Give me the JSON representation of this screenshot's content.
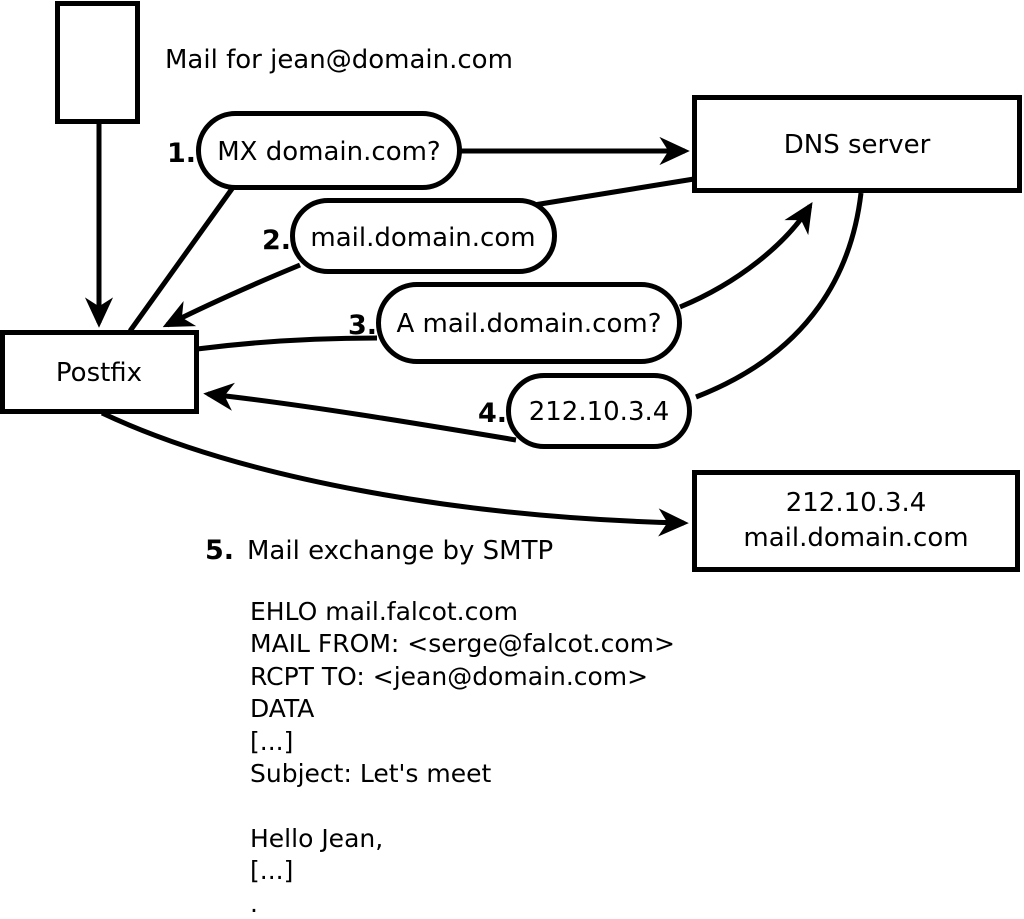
{
  "diagram": {
    "title": "Mail for jean@domain.com",
    "colors": {
      "ink": "#000000",
      "paper": "#ffffff"
    },
    "nodes": {
      "postfix": {
        "label": "Postfix"
      },
      "dns_server": {
        "label": "DNS server"
      },
      "mail_exchanger": {
        "line1": "212.10.3.4",
        "line2": "mail.domain.com"
      }
    },
    "steps": [
      {
        "num": "1.",
        "label": "MX domain.com?"
      },
      {
        "num": "2.",
        "label": "mail.domain.com"
      },
      {
        "num": "3.",
        "label": "A mail.domain.com?"
      },
      {
        "num": "4.",
        "label": "212.10.3.4"
      },
      {
        "num": "5.",
        "label": "Mail exchange by SMTP"
      }
    ]
  },
  "smtp_session": {
    "lines": [
      "EHLO mail.falcot.com",
      "MAIL FROM: <serge@falcot.com>",
      "RCPT TO: <jean@domain.com>",
      "DATA",
      "[...]",
      "Subject: Let's meet",
      "",
      "Hello Jean,",
      "[...]",
      "."
    ]
  }
}
